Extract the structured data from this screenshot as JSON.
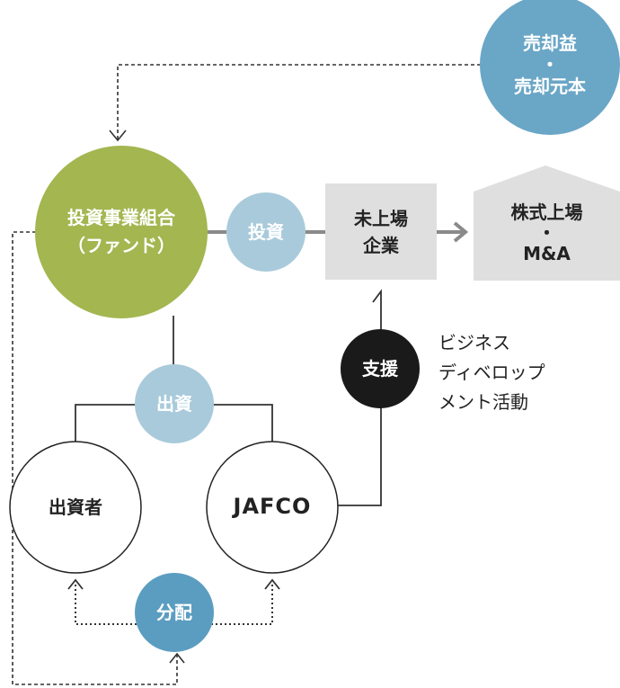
{
  "nodes": {
    "sale_gain": {
      "line1": "売却益",
      "dot": "・",
      "line2": "売却元本",
      "color": "#6aa6c6"
    },
    "fund": {
      "line1": "投資事業組合",
      "line2": "（ファンド）",
      "color": "#a3b650"
    },
    "invest_badge": {
      "label": "投資",
      "color": "#a9cadb"
    },
    "unlisted": {
      "line1": "未上場",
      "line2": "企業",
      "color": "#dfdfdf"
    },
    "listing": {
      "line1": "株式上場",
      "dot": "・",
      "line2": "M&A",
      "color": "#dfdfdf"
    },
    "support": {
      "label": "支援",
      "color": "#1a1a1a"
    },
    "support_note": {
      "line1": "ビジネス",
      "line2": "ディベロップ",
      "line3": "メント活動"
    },
    "contribution_badge": {
      "label": "出資",
      "color": "#a9cadb"
    },
    "investor": {
      "label": "出資者"
    },
    "jafco": {
      "label": "JAFCO"
    },
    "distribution_badge": {
      "label": "分配",
      "color": "#5b9dc0"
    }
  },
  "colors": {
    "line": "#333333",
    "gray_line": "#8a8a8a"
  }
}
